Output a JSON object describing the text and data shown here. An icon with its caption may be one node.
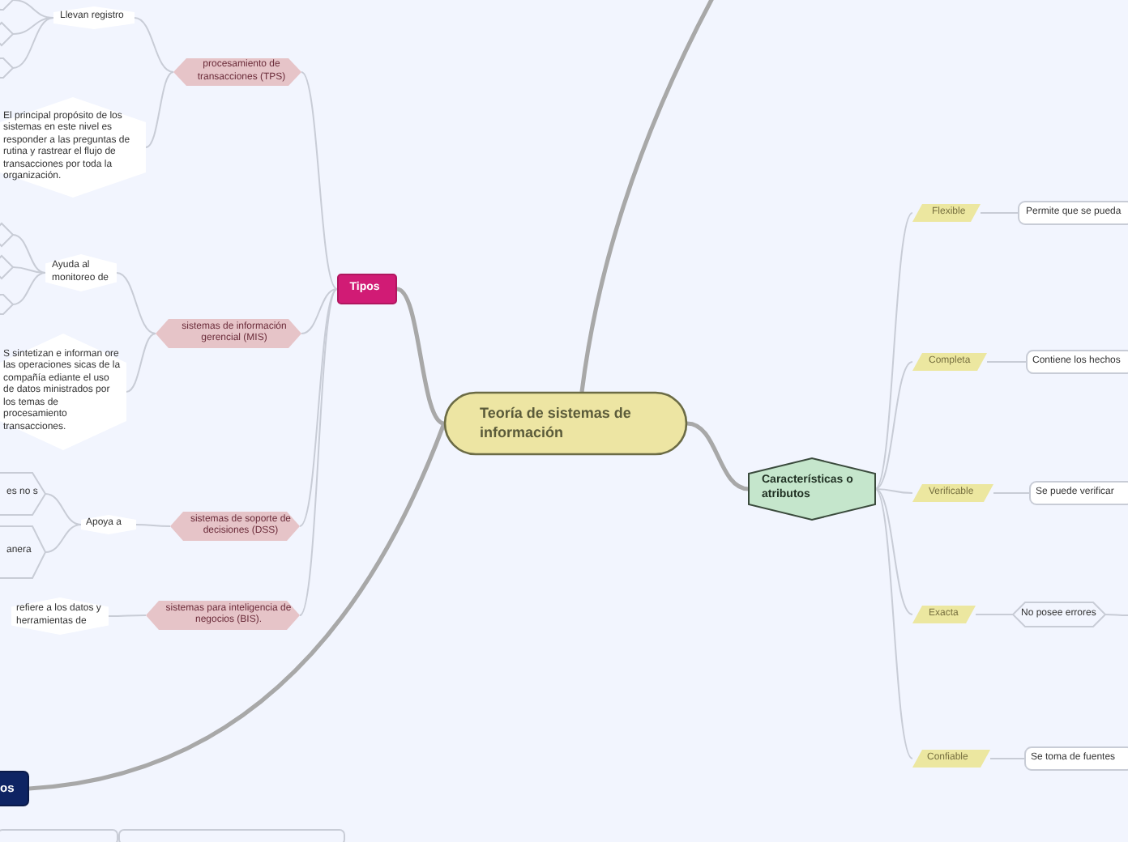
{
  "diagram": {
    "nodes": [
      {
        "text": [
          "Teoría de sistemas de información"
        ]
      },
      {
        "text": [
          "Tipos"
        ]
      },
      {
        "text": [
          "procesamiento de transacciones (TPS)"
        ]
      },
      {
        "text": [
          "Llevan registro"
        ]
      },
      {
        "text": [],
        "shape": "hexagon"
      },
      {
        "text": [],
        "shape": "hexagon"
      },
      {
        "text": [],
        "shape": "hexagon"
      },
      {
        "text": [
          "El principal propósito de los sistemas en este nivel es responder a las preguntas de rutina y rastrear el flujo de transacciones por toda la organización."
        ]
      },
      {
        "text": [
          "sistemas de información gerencial  (MIS)"
        ]
      },
      {
        "text": [
          "Ayuda al monitoreo de"
        ]
      },
      {
        "text": [],
        "shape": "hexagon"
      },
      {
        "text": [],
        "shape": "hexagon"
      },
      {
        "text": [],
        "shape": "hexagon"
      },
      {
        "text": [
          "S sintetizan e informan ore las operaciones sicas de la compañía ediante el uso de datos ministrados por los temas de procesamiento transacciones."
        ]
      },
      {
        "text": [
          "sistemas de soporte de decisiones (DSS)"
        ]
      },
      {
        "text": [
          "Apoya a"
        ]
      },
      {
        "text": [
          "es no s"
        ]
      },
      {
        "text": [
          "anera"
        ]
      },
      {
        "text": [
          "sistemas para inteligencia de negocios (BIS)."
        ]
      },
      {
        "text": [
          "refiere a los datos y herramientas de"
        ]
      },
      {
        "text": [
          "os"
        ]
      },
      {
        "text": [],
        "shape": "box"
      },
      {
        "text": [],
        "shape": "box"
      },
      {
        "text": [
          "Características o atributos"
        ]
      },
      {
        "text": [
          "Flexible"
        ]
      },
      {
        "text": [
          "Permite que se pueda"
        ]
      },
      {
        "text": [
          "Completa"
        ]
      },
      {
        "text": [
          "Contiene los hechos"
        ]
      },
      {
        "text": [
          "Verificable"
        ]
      },
      {
        "text": [
          "Se puede verificar"
        ]
      },
      {
        "text": [
          "Exacta"
        ]
      },
      {
        "text": [
          "No posee errores"
        ]
      },
      {
        "text": [
          "Confiable"
        ]
      },
      {
        "text": [
          "Se toma de fuentes"
        ]
      }
    ],
    "edges": [
      {
        "from": 0,
        "to": 1,
        "arrow": "none",
        "style": "thick"
      },
      {
        "from": 0,
        "to": null,
        "arrow": "none",
        "style": "thick"
      },
      {
        "from": 0,
        "to": 20,
        "arrow": "none",
        "style": "thick"
      },
      {
        "from": 0,
        "to": 23,
        "arrow": "none",
        "style": "thick"
      },
      {
        "from": 1,
        "to": 2,
        "arrow": "none"
      },
      {
        "from": 1,
        "to": 8,
        "arrow": "none"
      },
      {
        "from": 1,
        "to": 14,
        "arrow": "none"
      },
      {
        "from": 1,
        "to": 18,
        "arrow": "none"
      },
      {
        "from": 2,
        "to": 3,
        "arrow": "none"
      },
      {
        "from": 2,
        "to": 7,
        "arrow": "none"
      },
      {
        "from": 3,
        "to": 4,
        "arrow": "none"
      },
      {
        "from": 3,
        "to": 5,
        "arrow": "none"
      },
      {
        "from": 3,
        "to": 6,
        "arrow": "none"
      },
      {
        "from": 8,
        "to": 9,
        "arrow": "none"
      },
      {
        "from": 8,
        "to": 13,
        "arrow": "none"
      },
      {
        "from": 9,
        "to": 10,
        "arrow": "none"
      },
      {
        "from": 9,
        "to": 11,
        "arrow": "none"
      },
      {
        "from": 9,
        "to": 12,
        "arrow": "none"
      },
      {
        "from": 14,
        "to": 15,
        "arrow": "none"
      },
      {
        "from": 15,
        "to": 16,
        "arrow": "none"
      },
      {
        "from": 15,
        "to": 17,
        "arrow": "none"
      },
      {
        "from": 18,
        "to": 19,
        "arrow": "none"
      },
      {
        "from": 23,
        "to": 24,
        "arrow": "none"
      },
      {
        "from": 23,
        "to": 26,
        "arrow": "none"
      },
      {
        "from": 23,
        "to": 28,
        "arrow": "none"
      },
      {
        "from": 23,
        "to": 30,
        "arrow": "none"
      },
      {
        "from": 23,
        "to": 32,
        "arrow": "none"
      },
      {
        "from": 24,
        "to": 25,
        "arrow": "none"
      },
      {
        "from": 26,
        "to": 27,
        "arrow": "none"
      },
      {
        "from": 28,
        "to": 29,
        "arrow": "none"
      },
      {
        "from": 30,
        "to": 31,
        "arrow": "none"
      },
      {
        "from": 32,
        "to": 33,
        "arrow": "none"
      },
      {
        "from": 31,
        "to": null,
        "arrow": "none"
      }
    ]
  }
}
